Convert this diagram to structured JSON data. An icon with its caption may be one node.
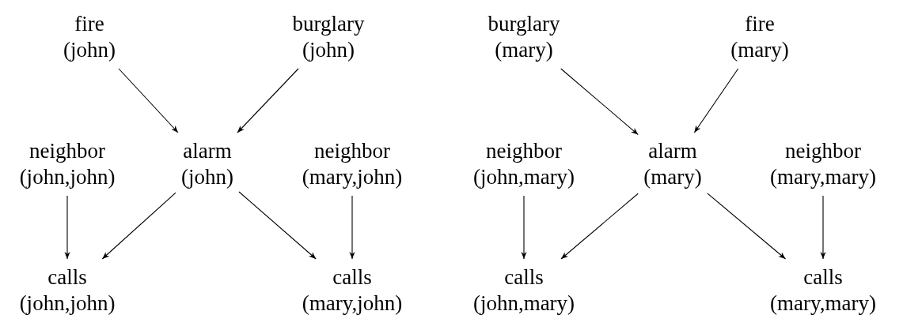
{
  "diagram": {
    "nodes": [
      {
        "text": [
          "fire (john)"
        ]
      },
      {
        "text": [
          "burglary (john)"
        ]
      },
      {
        "text": [
          "burglary (mary)"
        ]
      },
      {
        "text": [
          "fire (mary)"
        ]
      },
      {
        "text": [
          "neighbor (john,john)"
        ]
      },
      {
        "text": [
          "alarm (john)"
        ]
      },
      {
        "text": [
          "neighbor (mary,john)"
        ]
      },
      {
        "text": [
          "neighbor (john,mary)"
        ]
      },
      {
        "text": [
          "alarm (mary)"
        ]
      },
      {
        "text": [
          "neighbor (mary,mary)"
        ]
      },
      {
        "text": [
          "calls (john,john)"
        ]
      },
      {
        "text": [
          "calls (mary,john)"
        ]
      },
      {
        "text": [
          "calls (john,mary)"
        ]
      },
      {
        "text": [
          "calls (mary,mary)"
        ]
      }
    ],
    "edges": [
      {
        "from": 0,
        "to": 5,
        "arrow": "to"
      },
      {
        "from": 1,
        "to": 5,
        "arrow": "to"
      },
      {
        "from": 4,
        "to": 10,
        "arrow": "to"
      },
      {
        "from": 5,
        "to": 10,
        "arrow": "to"
      },
      {
        "from": 5,
        "to": 11,
        "arrow": "to"
      },
      {
        "from": 6,
        "to": 11,
        "arrow": "to"
      },
      {
        "from": 2,
        "to": 8,
        "arrow": "to"
      },
      {
        "from": 3,
        "to": 8,
        "arrow": "to"
      },
      {
        "from": 7,
        "to": 12,
        "arrow": "to"
      },
      {
        "from": 8,
        "to": 12,
        "arrow": "to"
      },
      {
        "from": 8,
        "to": 13,
        "arrow": "to"
      },
      {
        "from": 9,
        "to": 13,
        "arrow": "to"
      }
    ]
  }
}
